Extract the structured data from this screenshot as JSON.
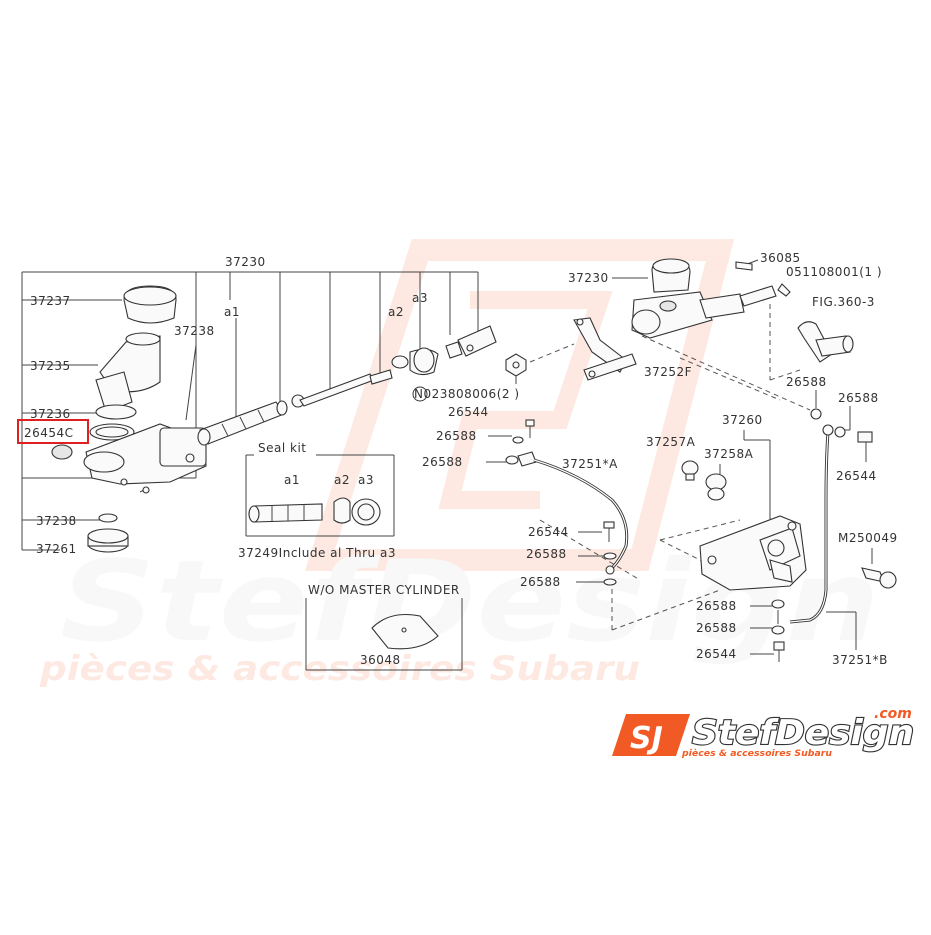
{
  "watermark": {
    "brand": "StefDesign",
    "tagline": "pièces & accessoires Subaru",
    "brand_color": "#f15a24"
  },
  "logo": {
    "mark": "SJ",
    "wordmark": "StefDesign",
    "domain": ".com",
    "tagline": "pièces & accessoires Subaru",
    "color": "#f15a24"
  },
  "highlight": {
    "part": "26454C",
    "color": "#e02020"
  },
  "labels": {
    "top_37230": "37230",
    "l_37237": "37237",
    "l_37235": "37235",
    "l_37238a": "37238",
    "l_a1": "a1",
    "l_a2": "a2",
    "l_a3": "a3",
    "l_37236": "37236",
    "l_26454c": "26454C",
    "l_n023": "N023808006(2 )",
    "l_37238b": "37238",
    "l_37261": "37261",
    "seal_kit": "Seal kit",
    "sk_a1": "a1",
    "sk_a2": "a2",
    "sk_a3": "a3",
    "l_37249": "37249Include al Thru a3",
    "wo_master": "W/O MASTER CYLINDER",
    "l_36048": "36048",
    "r_37230": "37230",
    "l_36085": "36085",
    "l_051108": "051108001(1 )",
    "l_fig": "FIG.360-3",
    "l_37252f": "37252F",
    "l_26544a": "26544",
    "l_26588a": "26588",
    "l_26588b": "26588",
    "l_37251a": "37251*A",
    "l_37260": "37260",
    "l_37257a": "37257A",
    "l_37258a": "37258A",
    "l_26588c": "26588",
    "l_26588d": "26588",
    "l_26544b": "26544",
    "l_26544c": "26544",
    "l_26588e": "26588",
    "l_26588f": "26588",
    "l_m250049": "M250049",
    "l_26588g": "26588",
    "l_26588h": "26588",
    "l_26544d": "26544",
    "l_37251b": "37251*B"
  }
}
